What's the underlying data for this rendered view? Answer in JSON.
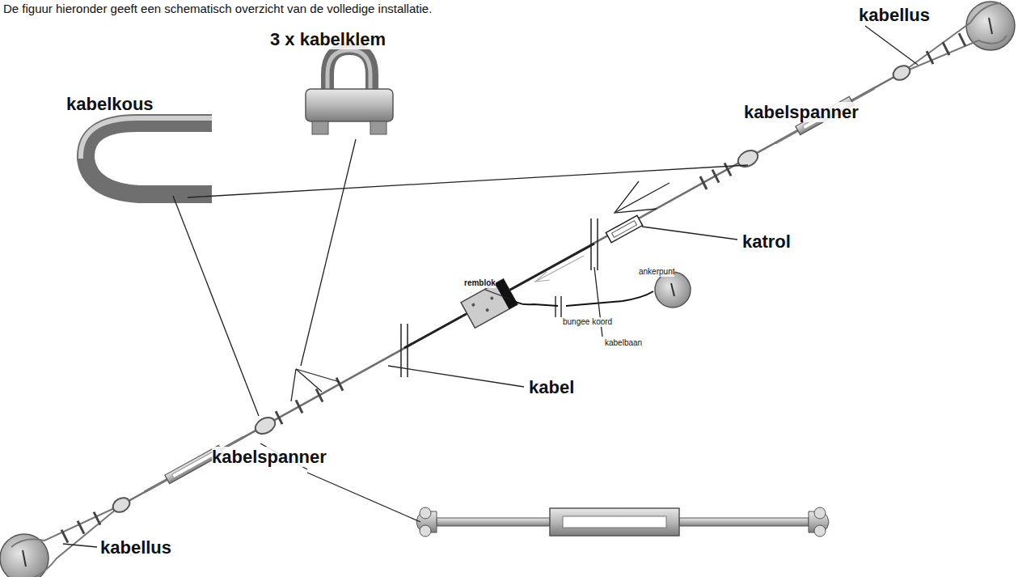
{
  "diagram": {
    "labels": [
      "De figuur hieronder geeft een schematisch overzicht van de volledige installatie.",
      "kabellus",
      "3 x kabelklem",
      "kabelkous",
      "kabelspanner",
      "katrol",
      "remblok",
      "kabelbaan",
      "bungee koord",
      "ankerpunt",
      "kabel",
      "kabelspanner",
      "kabellus"
    ]
  }
}
